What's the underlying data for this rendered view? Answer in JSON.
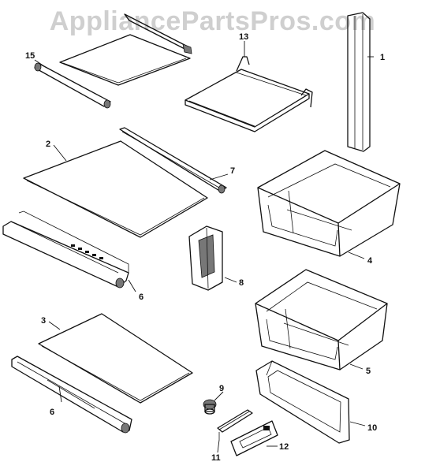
{
  "watermark": "AppliancePartsPros.com",
  "callouts": [
    {
      "id": "1",
      "label": "1"
    },
    {
      "id": "2",
      "label": "2"
    },
    {
      "id": "3",
      "label": "3"
    },
    {
      "id": "4",
      "label": "4"
    },
    {
      "id": "5",
      "label": "5"
    },
    {
      "id": "6a",
      "label": "6"
    },
    {
      "id": "6b",
      "label": "6"
    },
    {
      "id": "7",
      "label": "7"
    },
    {
      "id": "8",
      "label": "8"
    },
    {
      "id": "9",
      "label": "9"
    },
    {
      "id": "10",
      "label": "10"
    },
    {
      "id": "11",
      "label": "11"
    },
    {
      "id": "12",
      "label": "12"
    },
    {
      "id": "13",
      "label": "13"
    },
    {
      "id": "15",
      "label": "15"
    }
  ]
}
